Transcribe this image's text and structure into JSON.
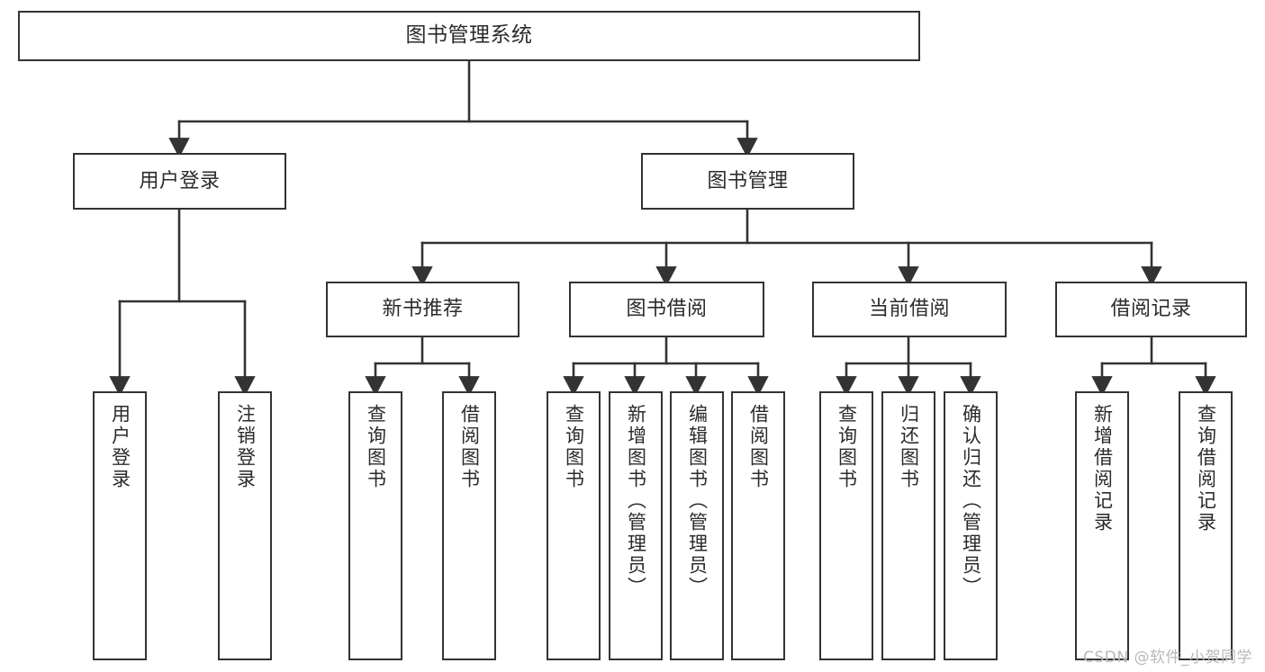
{
  "diagram": {
    "type": "tree-hierarchy",
    "title": "图书管理系统",
    "watermark": "CSDN @软件_小贺同学",
    "colors": {
      "box_border": "#333333",
      "box_fill": "#ffffff",
      "connector": "#333333",
      "text": "#2b2b2b",
      "watermark": "#b9b9b9",
      "background": "#ffffff"
    },
    "root": {
      "label": "图书管理系统"
    },
    "level2": [
      {
        "label": "用户登录"
      },
      {
        "label": "图书管理"
      }
    ],
    "level3": [
      {
        "label": "新书推荐"
      },
      {
        "label": "图书借阅"
      },
      {
        "label": "当前借阅"
      },
      {
        "label": "借阅记录"
      }
    ],
    "leaves": {
      "user_login": [
        {
          "label": "用户登录"
        },
        {
          "label": "注销登录"
        }
      ],
      "new_book_recommend": [
        {
          "label": "查询图书"
        },
        {
          "label": "借阅图书"
        }
      ],
      "book_borrow": [
        {
          "label": "查询图书"
        },
        {
          "label": "新增图书（管理员）"
        },
        {
          "label": "编辑图书（管理员）"
        },
        {
          "label": "借阅图书"
        }
      ],
      "current_borrow": [
        {
          "label": "查询图书"
        },
        {
          "label": "归还图书"
        },
        {
          "label": "确认归还（管理员）"
        }
      ],
      "borrow_record": [
        {
          "label": "新增借阅记录"
        },
        {
          "label": "查询借阅记录"
        }
      ]
    }
  }
}
